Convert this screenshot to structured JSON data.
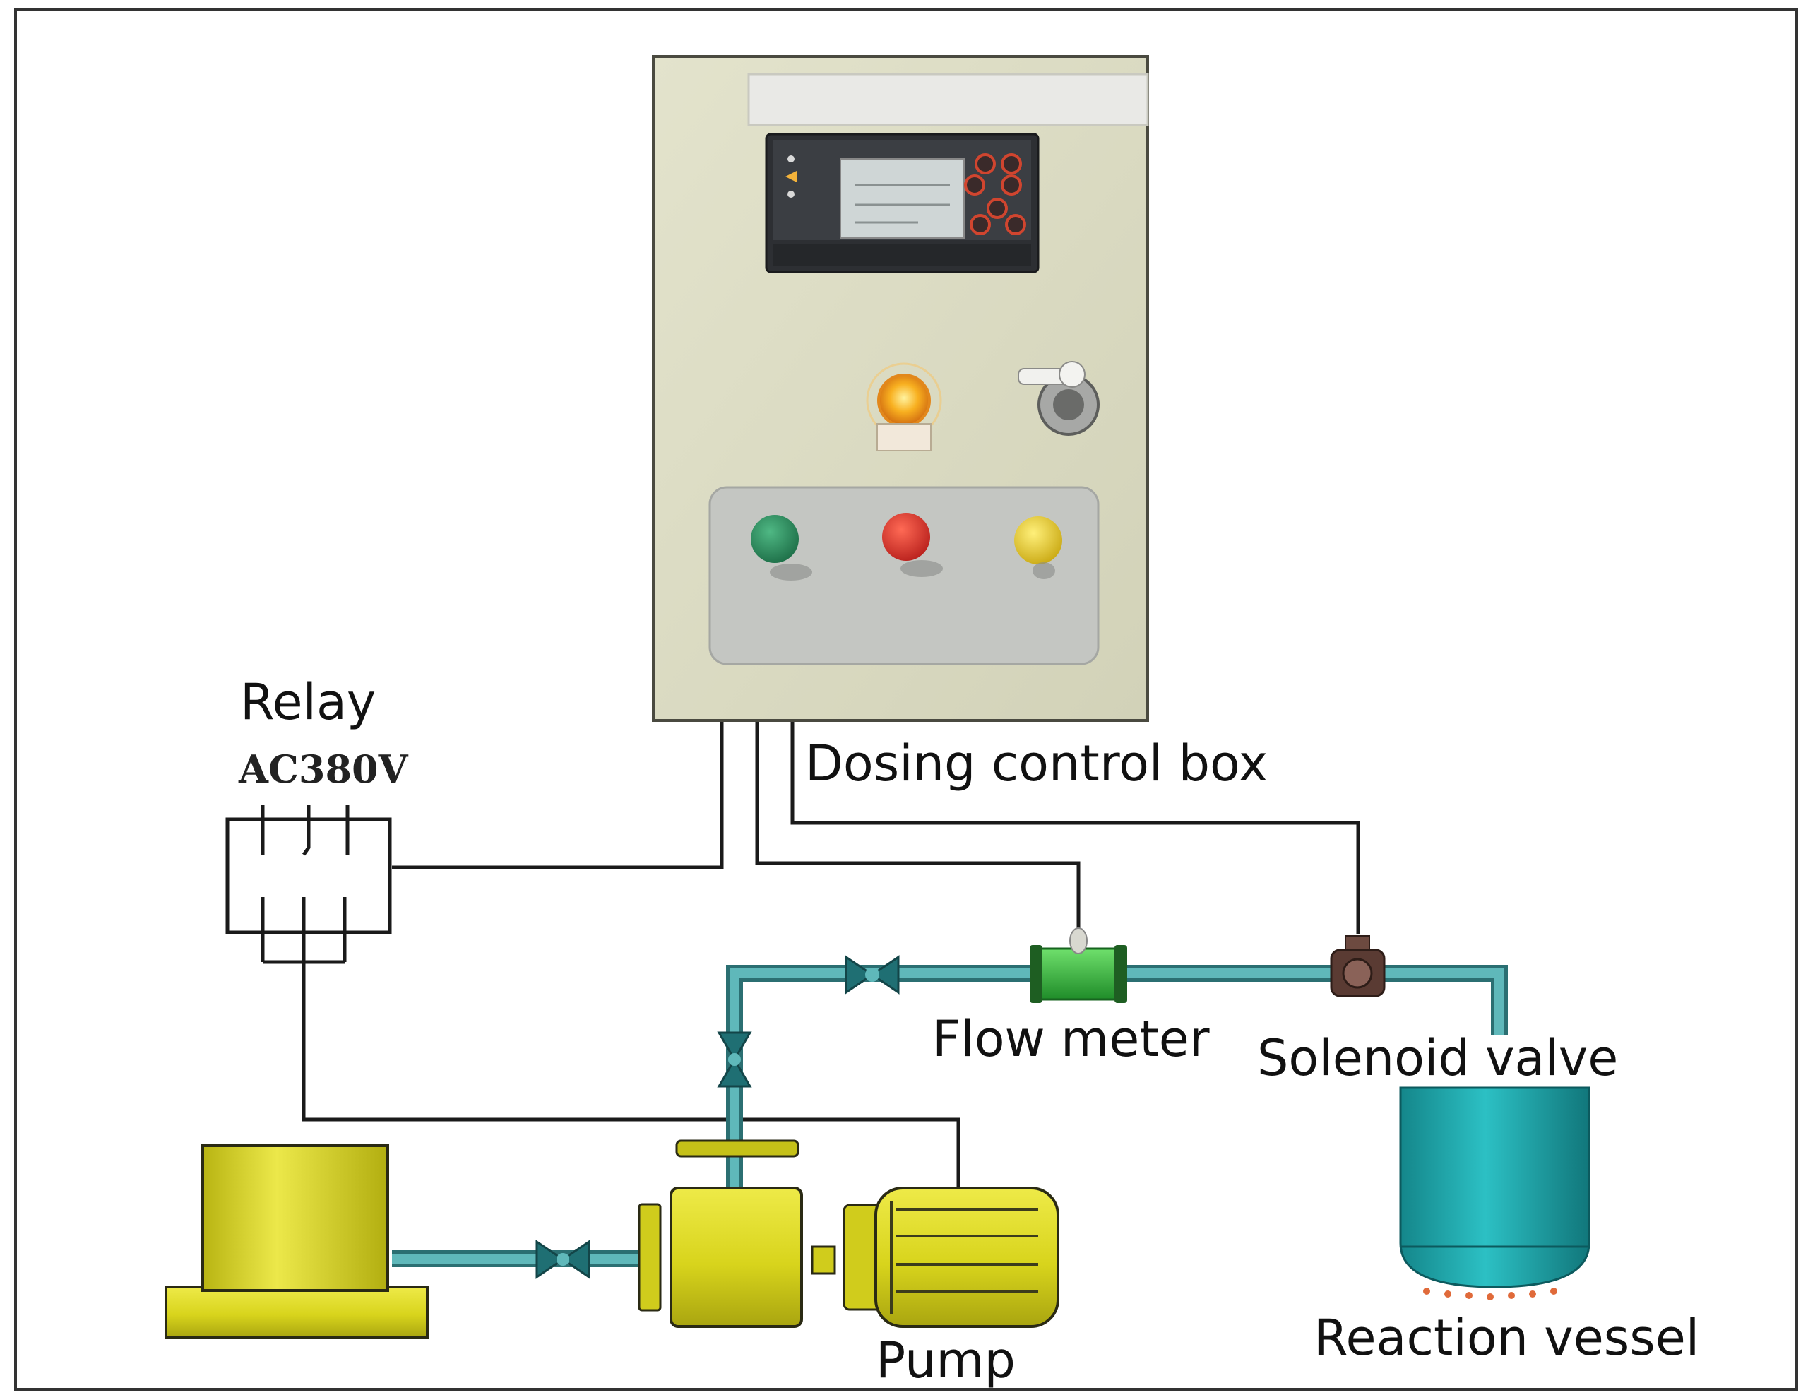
{
  "labels": {
    "relay": "Relay",
    "voltage": "AC380V",
    "dosing_control_box": "Dosing control box",
    "flow_meter": "Flow meter",
    "solenoid_valve": "Solenoid valve",
    "pump": "Pump",
    "reaction_vessel": "Reaction vessel"
  },
  "colors": {
    "cabinet": "#dcdcc4",
    "pipe": "#2b6f72",
    "pipe_highlight": "#5fb8ba",
    "tank_yellow": "#d8d41c",
    "vessel_teal": "#1a9ea3",
    "flow_meter_green": "#2fae3a",
    "button_green": "#2a8a5c",
    "button_red": "#d9302a",
    "button_yellow": "#e8c81c",
    "indicator_orange": "#f5a623"
  }
}
